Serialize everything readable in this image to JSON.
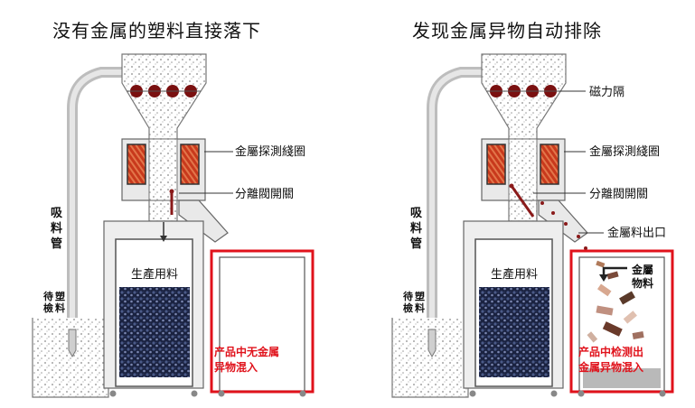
{
  "left_panel": {
    "title": "没有金属的塑料直接落下",
    "labels": {
      "coil": "金屬探測綫圈",
      "valve": "分離閥開關",
      "suction_tube": "吸料管",
      "plastic_to_check": "待檢塑料",
      "output": "生產用料",
      "result_line1": "产品中无金属",
      "result_line2": "异物混入"
    }
  },
  "right_panel": {
    "title": "发现金属异物自动排除",
    "labels": {
      "magnet": "磁力隔",
      "coil": "金屬探測綫圈",
      "valve": "分離閥開關",
      "metal_outlet": "金屬料出口",
      "suction_tube": "吸料管",
      "plastic_to_check": "待檢塑料",
      "output": "生產用料",
      "metal_material": "金屬物料",
      "result_line1": "产品中检测出",
      "result_line2": "金属异物混入"
    }
  },
  "colors": {
    "highlight_red": "#e0121b",
    "coil_red": "#c8391c",
    "magnet_dark_red": "#7a1010",
    "machine_gray": "#e9e9e9"
  }
}
